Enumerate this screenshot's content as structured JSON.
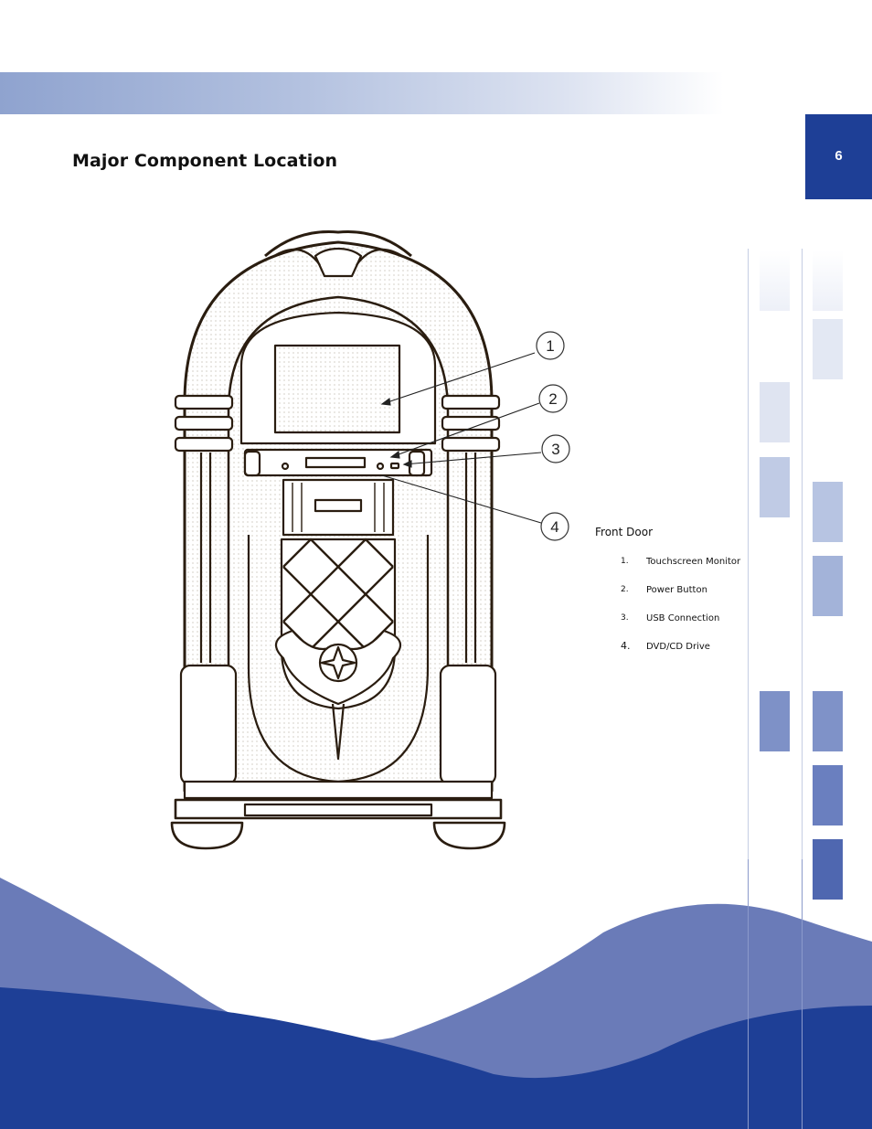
{
  "page": {
    "number": "6",
    "title": "Major Component Location"
  },
  "diagram": {
    "callouts": [
      "1",
      "2",
      "3",
      "4"
    ]
  },
  "legend": {
    "heading": "Front Door",
    "items": [
      {
        "number": "1.",
        "label": "Touchscreen Monitor"
      },
      {
        "number": "2.",
        "label": "Power Button"
      },
      {
        "number": "3.",
        "label": "USB Connection"
      },
      {
        "number": "4.",
        "label": "DVD/CD Drive"
      }
    ]
  },
  "colors": {
    "brand_dark": "#1e3f96",
    "brand_mid": "#6a7bb8",
    "band_light": "#b4c2e0"
  }
}
